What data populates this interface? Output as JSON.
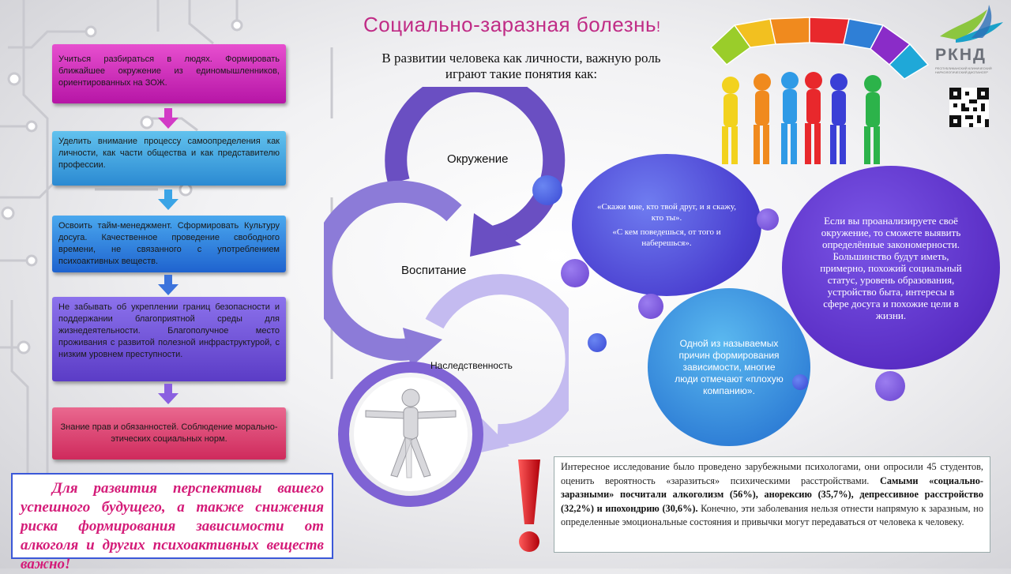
{
  "title": "Социально-заразная болезнь",
  "title_tail": "!",
  "subtitle": "В развитии человека как личности, важную роль играют такие понятия как:",
  "steps": [
    "Учиться разбираться в людях. Формировать ближайшее окружение из единомышленников, ориентированных на ЗОЖ.",
    "Уделить внимание процессу самоопределения как личности, как части общества и как представителю профессии.",
    "Освоить тайм-менеджмент. Сформировать Культуру досуга. Качественное проведение свободного времени, не связанного с употреблением психоактивных веществ.",
    "Не забывать об укреплении границ безопасности и поддержании благоприятной среды для жизнедеятельности. Благополучное место проживания с развитой полезной инфраструктурой, с низким уровнем преступности.",
    "Знание прав и обязанностей. Соблюдение морально-этических социальных норм."
  ],
  "bottom_note": "Для развития перспективы вашего успешного будущего, а также снижения риска формирования зависимости от алкоголя и других психоактивных веществ важно!",
  "cycle": {
    "label1": "Окружение",
    "label2": "Воспитание",
    "label3": "Наследственность"
  },
  "bubbles": {
    "quote1": "«Скажи мне, кто твой друг, и я скажу, кто ты».",
    "quote2": "«С кем поведешься, от того и наберешься».",
    "company": "Одной из называемых причин формирования зависимости, многие люди отмечают «плохую компанию».",
    "analysis": "Если вы проанализируете своё окружение, то сможете выявить определённые закономерности. Большинство будут иметь, примерно, похожий социальный статус, уровень образования, устройство быта, интересы в сфере досуга и похожие цели в жизни."
  },
  "info": {
    "part1": "Интересное исследование было проведено зарубежными психологами, они опросили 45 студентов, оценить вероятность «заразиться» психическими расстройствами. ",
    "part2_bold": "Самыми «социально-заразными» посчитали алкоголизм (56%), анорексию (35,7%), депрессивное расстройство (32,2%) и ипохондрию (30,6%).",
    "part3": " Конечно, эти заболевания нельзя отнести напрямую к заразным, но определенные эмоциональные состояния и привычки могут передаваться от человека к человеку."
  },
  "logo": {
    "text": "РКНД",
    "subtext": "РЕСПУБЛИКАНСКИЙ КЛИНИЧЕСКИЙ НАРКОЛОГИЧЕСКИЙ ДИСПАНСЕР"
  },
  "colors": {
    "title": "#c02c86",
    "cycle_dark": "#6a4fc2",
    "cycle_light": "#b7aaf0",
    "exclamation": "#e0141e"
  },
  "icons": {
    "step_arrow": "down-arrow-icon",
    "exclamation": "exclamation-icon",
    "puzzle_people": "puzzle-people-icon",
    "person": "vitruvian-person-icon",
    "qr": "qr-code-icon",
    "logo_bird": "bird-logo-icon"
  }
}
